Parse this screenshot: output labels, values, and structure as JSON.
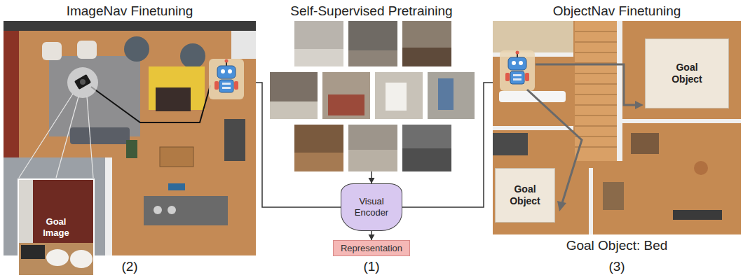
{
  "diagram": {
    "nodes": [
      {
        "text": [
          "ImageNav Finetuning"
        ]
      },
      {
        "text": [
          "Goal Image"
        ],
        "in": 0
      },
      {
        "text": [
          "Self-Supervised Pretraining"
        ]
      },
      {
        "text": [
          "Visual Encoder"
        ]
      },
      {
        "text": [
          "Representation"
        ]
      },
      {
        "text": [
          "ObjectNav Finetuning"
        ]
      },
      {
        "text": [
          "Goal Object"
        ],
        "in": 5
      },
      {
        "text": [
          "Goal Object"
        ],
        "in": 5
      }
    ],
    "edges": [
      {
        "from": 2,
        "to": 3,
        "arrow": "to"
      },
      {
        "from": 3,
        "to": 4,
        "arrow": "to"
      },
      {
        "from": 3,
        "to": 0,
        "arrow": "none"
      },
      {
        "from": 3,
        "to": 5,
        "arrow": "none"
      }
    ],
    "labels": [
      "(1)",
      "(2)",
      "(3)",
      "Goal Object: Bed"
    ]
  }
}
